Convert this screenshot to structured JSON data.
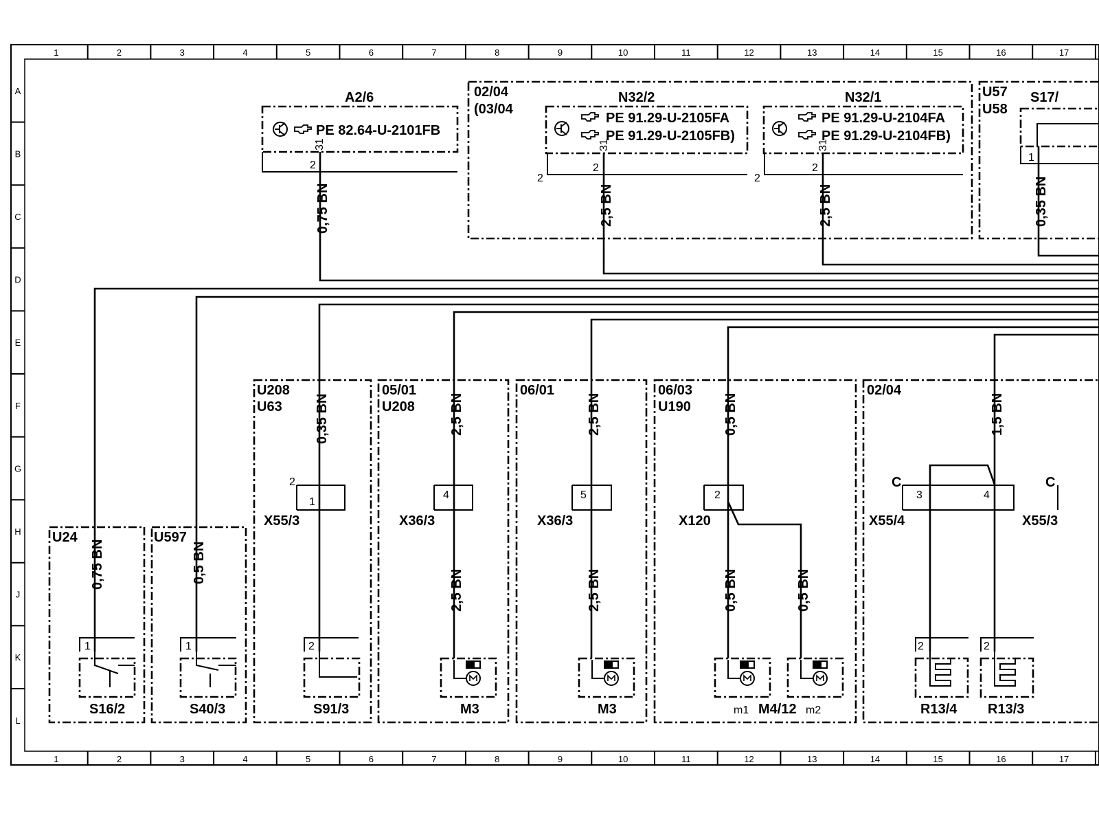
{
  "ruler": {
    "columns": [
      "1",
      "2",
      "3",
      "4",
      "5",
      "6",
      "7",
      "8",
      "9",
      "10",
      "11",
      "12",
      "13",
      "14",
      "15",
      "16",
      "17"
    ],
    "rows": [
      "A",
      "B",
      "C",
      "D",
      "E",
      "F",
      "G",
      "H",
      "J",
      "K",
      "L"
    ]
  },
  "top_modules": {
    "a2_6": {
      "name": "A2/6",
      "ref": "PE  82.64-U-2101FB",
      "pin_top": "31",
      "pin": "2"
    },
    "ref_0204": {
      "line1": "02/04",
      "line2": "(03/04"
    },
    "n32_2": {
      "name": "N32/2",
      "ref1": "PE  91.29-U-2105FA",
      "ref2": "PE  91.29-U-2105FB)",
      "pin_top": "31",
      "pin": "2",
      "left_pin": "2"
    },
    "n32_1": {
      "name": "N32/1",
      "ref1": "PE  91.29-U-2104FA",
      "ref2": "PE  91.29-U-2104FB)",
      "pin_top": "31",
      "pin": "2",
      "left_pin": "2"
    },
    "u57": {
      "line1": "U57",
      "line2": "U58",
      "name": "S17/",
      "pin": "1"
    }
  },
  "wires": {
    "w_a26": "0,75  BN",
    "w_n322": "2,5  BN",
    "w_n321": "2,5  BN",
    "w_s17": "0,35  BN",
    "w_s162": "0,75  BN",
    "w_s403": "0,5  BN",
    "w_x553": "0,35  BN",
    "w_m3a_top": "2,5  BN",
    "w_m3a_bot": "2,5  BN",
    "w_m3b_top": "2,5  BN",
    "w_m3b_bot": "2,5  BN",
    "w_m412_top": "0,5  BN",
    "w_m412_m1": "0,5  BN",
    "w_m412_m2": "0,5  BN",
    "w_r13": "1,5  BN"
  },
  "bottom_modules": {
    "s16_2": {
      "variant": "U24",
      "pin": "1",
      "name": "S16/2"
    },
    "s40_3": {
      "variant": "U597",
      "pin": "1",
      "name": "S40/3"
    },
    "s91_3": {
      "variant1": "U208",
      "variant2": "U63",
      "connector": "X55/3",
      "conn_pin_side": "2",
      "conn_pin": "1",
      "pin": "2",
      "name": "S91/3"
    },
    "m3_a": {
      "ref": "05/01",
      "variant": "U208",
      "connector": "X36/3",
      "conn_pin": "4",
      "name": "M3"
    },
    "m3_b": {
      "ref": "06/01",
      "connector": "X36/3",
      "conn_pin": "5",
      "name": "M3"
    },
    "m4_12": {
      "ref": "06/03",
      "variant": "U190",
      "connector": "X120",
      "conn_pin": "2",
      "m1": "m1",
      "name": "M4/12",
      "m2": "m2"
    },
    "r13": {
      "ref": "02/04",
      "conn_c1": "C",
      "conn_pin1": "3",
      "conn_pin2": "4",
      "connector": "X55/4",
      "connector2": "X55/3",
      "conn_c2": "C",
      "pin1": "2",
      "pin2": "2",
      "name1": "R13/4",
      "name2": "R13/3"
    }
  },
  "icons": {
    "pointer": "pointing-hand-icon",
    "ground": "ground-symbol-icon",
    "motor": "motor-icon",
    "heater": "heater-element-icon"
  }
}
